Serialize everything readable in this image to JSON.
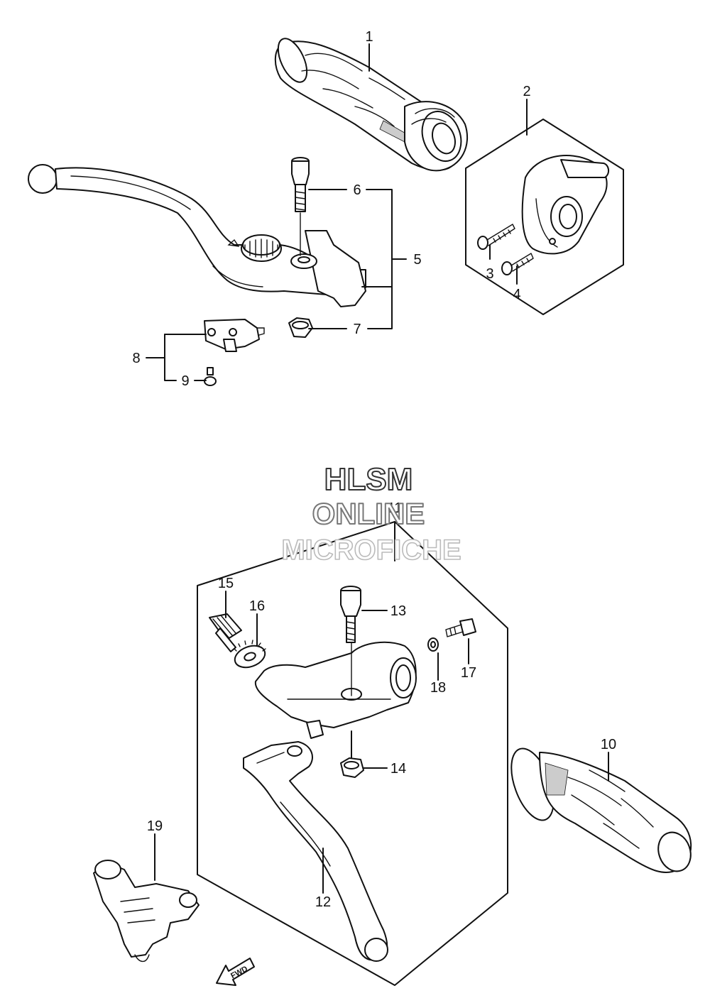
{
  "watermark": {
    "line1": "HLSM",
    "line2": "ONLINE",
    "line3": "MICROFICHE"
  },
  "callouts": [
    "1",
    "2",
    "3",
    "4",
    "5",
    "6",
    "7",
    "8",
    "9",
    "10",
    "11",
    "12",
    "13",
    "14",
    "15",
    "16",
    "17",
    "18",
    "19"
  ],
  "fwd_label": "FWD"
}
